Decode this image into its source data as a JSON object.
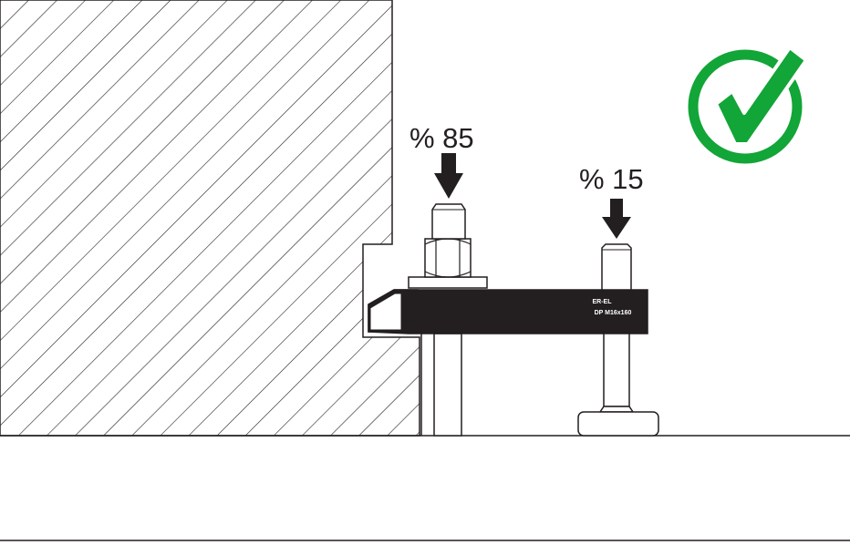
{
  "diagram": {
    "labels": {
      "left_force": "% 85",
      "right_force": "% 15"
    },
    "engraving": {
      "line1": "ER-EL",
      "line2": "DP M16x160"
    },
    "colors": {
      "check_green": "#12a537",
      "ink": "#231f20",
      "background": "#ffffff"
    },
    "icons": {
      "status": "check-circle-icon",
      "force": "down-arrow-icon"
    }
  }
}
